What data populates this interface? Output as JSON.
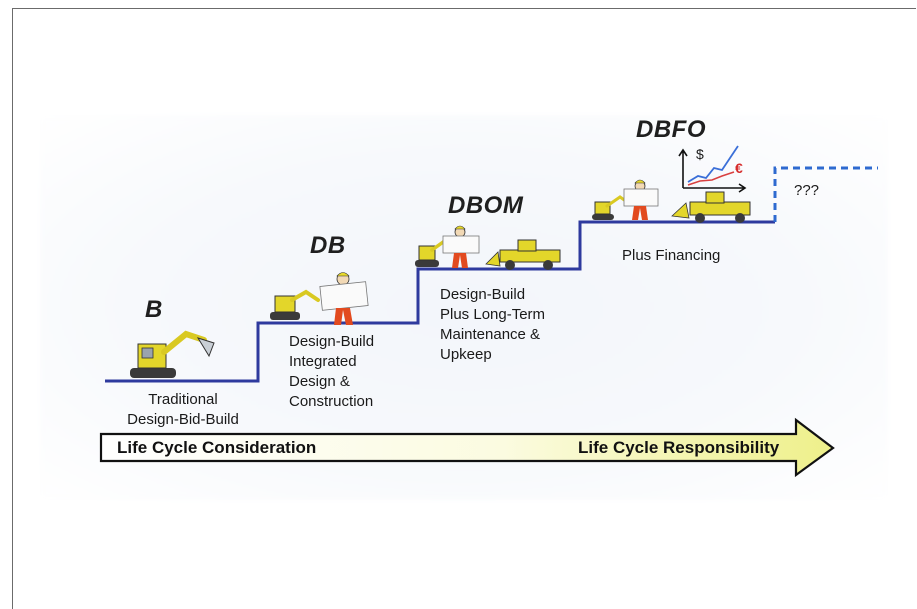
{
  "stages": [
    {
      "code": "B",
      "description": "Traditional\nDesign-Bid-Build"
    },
    {
      "code": "DB",
      "description": "Design-Build\nIntegrated\nDesign &\nConstruction"
    },
    {
      "code": "DBOM",
      "description": "Design-Build\nPlus Long-Term\nMaintenance &\nUpkeep"
    },
    {
      "code": "DBFO",
      "description": "Plus Financing"
    },
    {
      "code": "",
      "description": "???"
    }
  ],
  "arrow": {
    "left_label": "Life Cycle Consideration",
    "right_label": "Life Cycle Responsibility"
  },
  "chart_icon": {
    "dollar": "$",
    "euro": "€"
  },
  "colors": {
    "step_line": "#2e3a9e",
    "equipment_yellow": "#e8d92b",
    "worker_orange": "#e24a1f",
    "arrow_fill_start": "#ffffff",
    "arrow_fill_end": "#f0f08c"
  }
}
